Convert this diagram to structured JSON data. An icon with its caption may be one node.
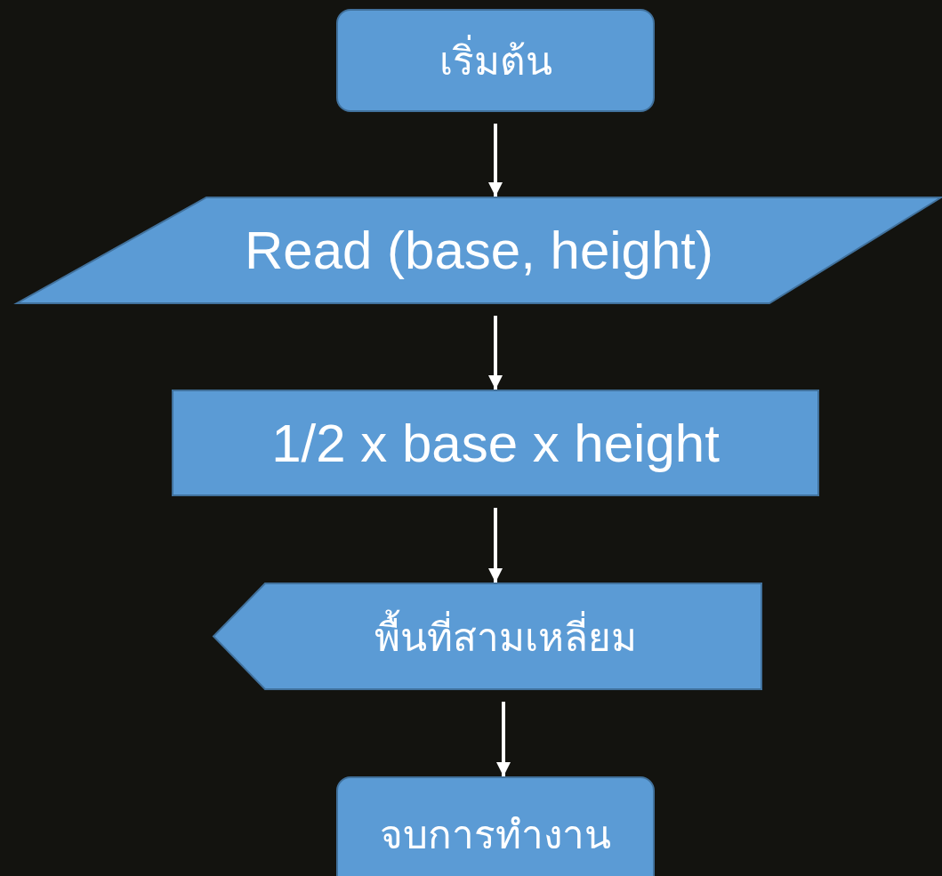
{
  "diagram": {
    "nodes": [
      {
        "text": [
          "เริ่มต้น"
        ]
      },
      {
        "text": [
          "Read (base, height)"
        ]
      },
      {
        "text": [
          "1/2 x base x height"
        ]
      },
      {
        "text": [
          "พื้นที่สามเหลี่ยม"
        ]
      },
      {
        "text": [
          "จบการทำงาน"
        ]
      }
    ],
    "edges": [
      {
        "from": 0,
        "to": 1,
        "arrow": "to"
      },
      {
        "from": 1,
        "to": 2,
        "arrow": "to"
      },
      {
        "from": 2,
        "to": 3,
        "arrow": "to"
      },
      {
        "from": 3,
        "to": 4,
        "arrow": "to"
      }
    ]
  }
}
